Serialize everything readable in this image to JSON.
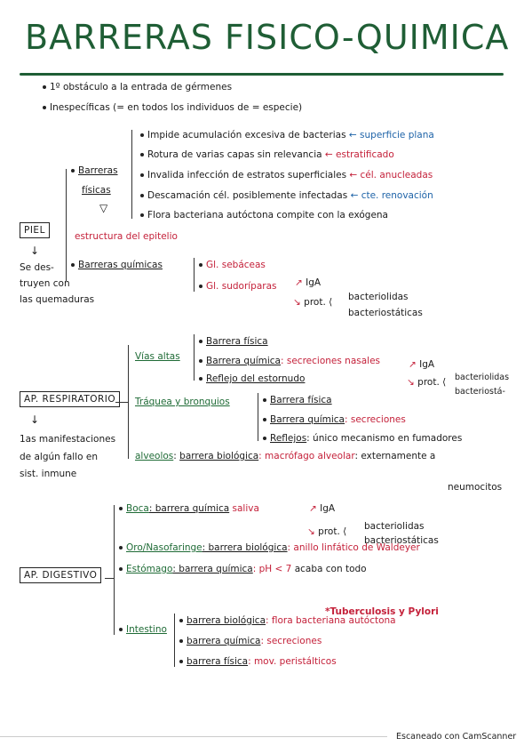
{
  "title": "BARRERAS FISICO-QUIMICA",
  "intro": [
    "1º obstáculo a la entrada de gérmenes",
    "Inespecíficas (= en todos los individuos de = especie)"
  ],
  "piel": {
    "label": "PIEL",
    "note1": "Se des-",
    "note2": "truyen con",
    "note3": "las quemaduras",
    "barreras_fisicas": "Barreras",
    "barreras_fisicas2": "físicas",
    "estructura": "estructura del epitelio",
    "items": [
      {
        "text": "Impide acumulación excesiva de bacterias",
        "note": "← superficie plana"
      },
      {
        "text": "Rotura de varias capas sin relevancia",
        "note": "← estratificado"
      },
      {
        "text": "Invalida infección de estratos superficiales",
        "note": "← cél. anucleadas"
      },
      {
        "text": "Descamación cél. posiblemente infectadas",
        "note": "← cte. renovación"
      },
      {
        "text": "Flora bacteriana autóctona compite con la exógena",
        "note": ""
      }
    ],
    "quimicas_label": "Barreras químicas",
    "quimicas": [
      "Gl. sebáceas",
      "Gl. sudoríparas"
    ],
    "iga": "IgA",
    "prot": "prot.",
    "bacteriolidas": "bacteriolidas",
    "bacteriostaticas": "bacteriostáticas"
  },
  "respiratorio": {
    "label": "AP. RESPIRATORIO",
    "note1": "1as manifestaciones",
    "note2": "de algún fallo en",
    "note3": "sist. inmune",
    "vias_altas": "Vías altas",
    "vias_items": [
      "Barrera física",
      "Barrera química",
      "Reflejo del estornudo"
    ],
    "secreciones_nasales": ": secreciones nasales",
    "iga": "IgA",
    "prot": "prot.",
    "bacteriolidas": "bacteriolidas",
    "bacteriostaticas": "bacteriostá-",
    "traquea": "Tráquea y bronquios",
    "traquea_items": [
      "Barrera física",
      "Barrera química",
      "Reflejos"
    ],
    "secreciones": ": secreciones",
    "tos": ": único mecanismo en fumadores",
    "alveolos": "alveolos",
    "biologica": "barrera biológica",
    "macrofago": ": macrófago alveolar",
    "externamente": ": externamente a",
    "neumocitos": "neumocitos"
  },
  "digestivo": {
    "label": "AP. DIGESTIVO",
    "boca": "Boca",
    "boca_barrera": ": barrera química",
    "saliva": "saliva",
    "iga": "IgA",
    "prot": "prot.",
    "bacteriolidas": "bacteriolidas",
    "bacteriostaticas": "bacteriostáticas",
    "oro": "Oro/Nasofaringe",
    "oro_barrera": ": barrera biológica",
    "waldeyer": ": anillo linfático de Waldeyer",
    "estomago": "Estómago",
    "estomago_barrera": ": barrera química",
    "ph": ": pH < 7",
    "acaba": "acaba con todo",
    "tuberculosis": "*Tuberculosis y Pylori",
    "intestino": "Intestino",
    "int_items": [
      {
        "a": "barrera biológica",
        "b": ": flora bacteriana autóctona"
      },
      {
        "a": "barrera química",
        "b": ": secreciones"
      },
      {
        "a": "barrera física",
        "b": ": mov. peristálticos"
      }
    ]
  },
  "footer": "Escaneado con CamScanner"
}
